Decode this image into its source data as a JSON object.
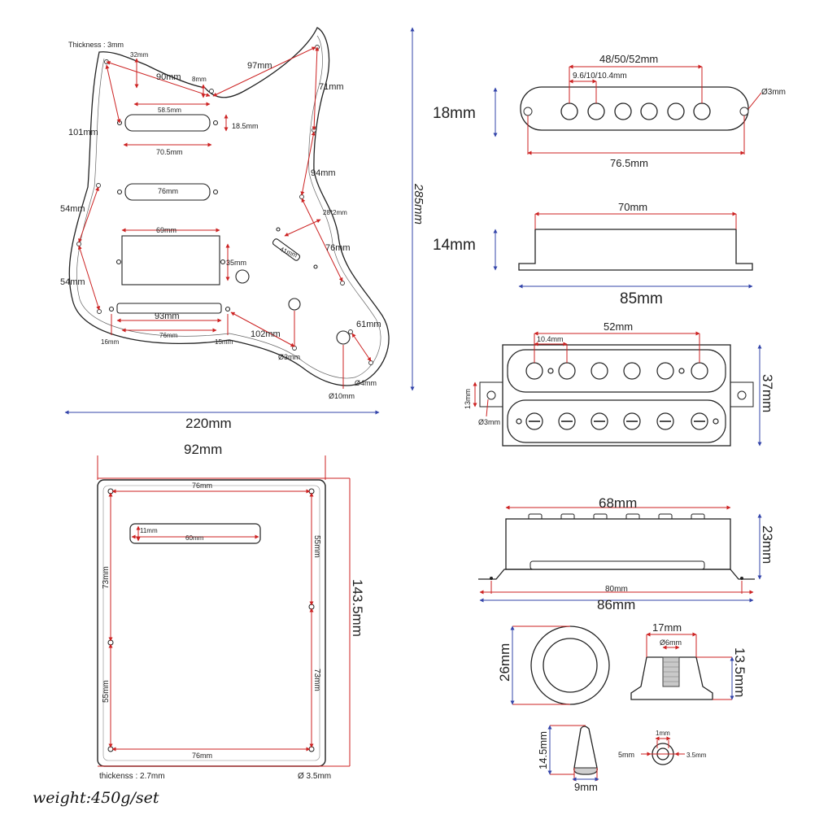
{
  "pickguard": {
    "thickness": "Thickness : 3mm",
    "d32": "32mm",
    "d90": "90mm",
    "d8": "8mm",
    "d97": "97mm",
    "d71": "71mm",
    "d58_5": "58.5mm",
    "d101": "101mm",
    "d18_5": "18.5mm",
    "d70_5": "70.5mm",
    "d94": "94mm",
    "d76a": "76mm",
    "d54a": "54mm",
    "d285": "285mm",
    "d28x2": "28*2mm",
    "d69": "69mm",
    "d35": "35mm",
    "d41": "41mm",
    "d76b": "76mm",
    "d54b": "54mm",
    "d93": "93mm",
    "d76c": "76mm",
    "d16": "16mm",
    "d15": "15mm",
    "d102": "102mm",
    "d61": "61mm",
    "phi3": "Ø3mm",
    "phi4": "Ø4mm",
    "phi10": "Ø10mm",
    "d220": "220mm"
  },
  "single_coil_top": {
    "spacing": "48/50/52mm",
    "pole": "9.6/10/10.4mm",
    "height": "18mm",
    "hole": "Ø3mm",
    "length": "76.5mm"
  },
  "single_coil_side": {
    "top": "70mm",
    "height": "14mm",
    "base": "85mm"
  },
  "humbucker_top": {
    "spacing": "52mm",
    "pole": "10.4mm",
    "height": "37mm",
    "ear": "13mm",
    "hole": "Ø3mm"
  },
  "humbucker_side": {
    "top": "68mm",
    "height": "23mm",
    "inner": "80mm",
    "base": "86mm"
  },
  "backplate": {
    "width": "92mm",
    "top_holes": "76mm",
    "slot_h": "11mm",
    "slot_w": "60mm",
    "right_upper": "55mm",
    "left_upper": "73mm",
    "height": "143.5mm",
    "right_lower": "73mm",
    "left_lower": "55mm",
    "bottom_holes": "76mm",
    "thickness": "thickenss : 2.7mm",
    "hole": "Ø 3.5mm"
  },
  "knob": {
    "ring_dia": "26mm",
    "top": "17mm",
    "shaft": "Ø6mm",
    "height": "13.5mm"
  },
  "switch_tip": {
    "height": "14.5mm",
    "width": "9mm"
  },
  "grommet": {
    "inner": "1mm",
    "outer": "5mm",
    "side": "3.5mm"
  },
  "footer": {
    "weight": "weight:450g/set"
  }
}
